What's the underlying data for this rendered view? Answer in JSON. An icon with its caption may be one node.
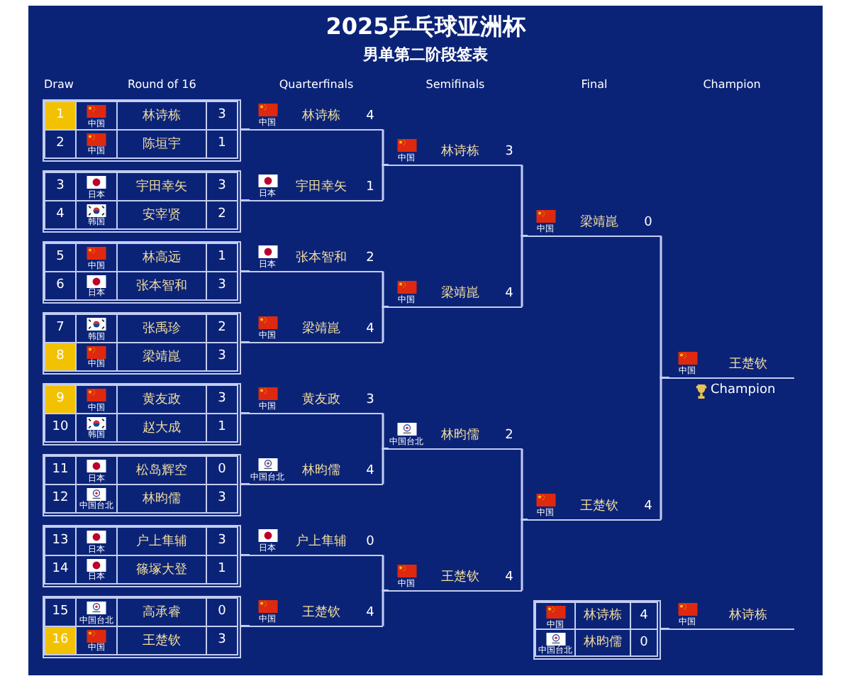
{
  "diagram": {
    "title": "2025乒乓球亚洲杯",
    "nodes": [
      {
        "text": [],
        "shape": "box"
      },
      {
        "text": [
          "1",
          "中国",
          "林诗栋",
          "3"
        ],
        "in": 0
      },
      {
        "text": [
          "2",
          "中国",
          "陈垣宇",
          "1"
        ],
        "in": 0
      },
      {
        "text": [],
        "shape": "box"
      },
      {
        "text": [
          "3",
          "日本",
          "宇田幸矢",
          "3"
        ],
        "in": 3
      },
      {
        "text": [
          "4",
          "韩国",
          "安宰贤",
          "2"
        ],
        "in": 3
      },
      {
        "text": [],
        "shape": "box"
      },
      {
        "text": [
          "5",
          "中国",
          "林高远",
          "1"
        ],
        "in": 6
      },
      {
        "text": [
          "6",
          "日本",
          "张本智和",
          "3"
        ],
        "in": 6
      },
      {
        "text": [],
        "shape": "box"
      },
      {
        "text": [
          "7",
          "韩国",
          "张禹珍",
          "2"
        ],
        "in": 9
      },
      {
        "text": [
          "8",
          "中国",
          "梁靖崑",
          "3"
        ],
        "in": 9
      },
      {
        "text": [],
        "shape": "box"
      },
      {
        "text": [
          "9",
          "中国",
          "黄友政",
          "3"
        ],
        "in": 12
      },
      {
        "text": [
          "10",
          "韩国",
          "赵大成",
          "1"
        ],
        "in": 12
      },
      {
        "text": [],
        "shape": "box"
      },
      {
        "text": [
          "11",
          "日本",
          "松岛辉空",
          "0"
        ],
        "in": 15
      },
      {
        "text": [
          "12",
          "中国台北",
          "林昀儒",
          "3"
        ],
        "in": 15
      },
      {
        "text": [],
        "shape": "box"
      },
      {
        "text": [
          "13",
          "日本",
          "户上隼辅",
          "3"
        ],
        "in": 18
      },
      {
        "text": [
          "14",
          "日本",
          "篠塚大登",
          "1"
        ],
        "in": 18
      },
      {
        "text": [],
        "shape": "box"
      },
      {
        "text": [
          "15",
          "中国台北",
          "高承睿",
          "0"
        ],
        "in": 21
      },
      {
        "text": [
          "16",
          "中国",
          "王楚钦",
          "3"
        ],
        "in": 21
      },
      {
        "text": [
          "中国",
          "林诗栋",
          "4"
        ]
      },
      {
        "text": [
          "日本",
          "宇田幸矢",
          "1"
        ]
      },
      {
        "text": [
          "日本",
          "张本智和",
          "2"
        ]
      },
      {
        "text": [
          "中国",
          "梁靖崑",
          "4"
        ]
      },
      {
        "text": [
          "中国",
          "黄友政",
          "3"
        ]
      },
      {
        "text": [
          "中国台北",
          "林昀儒",
          "4"
        ]
      },
      {
        "text": [
          "日本",
          "户上隼辅",
          "0"
        ]
      },
      {
        "text": [
          "中国",
          "王楚钦",
          "4"
        ]
      },
      {
        "text": [
          "中国",
          "林诗栋",
          "3"
        ]
      },
      {
        "text": [
          "中国",
          "梁靖崑",
          "4"
        ]
      },
      {
        "text": [
          "中国台北",
          "林昀儒",
          "2"
        ]
      },
      {
        "text": [
          "中国",
          "王楚钦",
          "4"
        ]
      },
      {
        "text": [
          "中国",
          "梁靖崑",
          "0"
        ]
      },
      {
        "text": [
          "中国",
          "王楚钦",
          "4"
        ]
      },
      {
        "text": [
          "中国",
          "王楚钦"
        ],
        "beside": [
          "Champion"
        ]
      },
      {
        "text": [],
        "shape": "box"
      },
      {
        "text": [
          "中国",
          "林诗栋",
          "4"
        ],
        "in": 39
      },
      {
        "text": [
          "中国台北",
          "林昀儒",
          "0"
        ],
        "in": 39
      },
      {
        "text": [
          "中国",
          "林诗栋"
        ]
      }
    ],
    "edges": [
      {
        "from": 0,
        "to": 24,
        "arrow": "none"
      },
      {
        "from": 3,
        "to": 25,
        "arrow": "none"
      },
      {
        "from": 6,
        "to": 26,
        "arrow": "none"
      },
      {
        "from": 9,
        "to": 27,
        "arrow": "none"
      },
      {
        "from": 12,
        "to": 28,
        "arrow": "none"
      },
      {
        "from": 15,
        "to": 29,
        "arrow": "none"
      },
      {
        "from": 18,
        "to": 30,
        "arrow": "none"
      },
      {
        "from": 21,
        "to": 31,
        "arrow": "none"
      },
      {
        "from": 24,
        "to": 32,
        "arrow": "none"
      },
      {
        "from": 25,
        "to": 32,
        "arrow": "none"
      },
      {
        "from": 26,
        "to": 33,
        "arrow": "none"
      },
      {
        "from": 27,
        "to": 33,
        "arrow": "none"
      },
      {
        "from": 28,
        "to": 34,
        "arrow": "none"
      },
      {
        "from": 29,
        "to": 34,
        "arrow": "none"
      },
      {
        "from": 30,
        "to": 35,
        "arrow": "none"
      },
      {
        "from": 31,
        "to": 35,
        "arrow": "none"
      },
      {
        "from": 32,
        "to": 36,
        "arrow": "none"
      },
      {
        "from": 33,
        "to": 36,
        "arrow": "none"
      },
      {
        "from": 34,
        "to": 37,
        "arrow": "none"
      },
      {
        "from": 35,
        "to": 37,
        "arrow": "none"
      },
      {
        "from": 36,
        "to": 38,
        "arrow": "none"
      },
      {
        "from": 37,
        "to": 38,
        "arrow": "none"
      },
      {
        "from": 39,
        "to": 42,
        "arrow": "none"
      }
    ],
    "labels": [
      "男单第二阶段签表",
      "Draw",
      "Round of 16",
      "Quarterfinals",
      "Semifinals",
      "Final",
      "Champion"
    ]
  }
}
